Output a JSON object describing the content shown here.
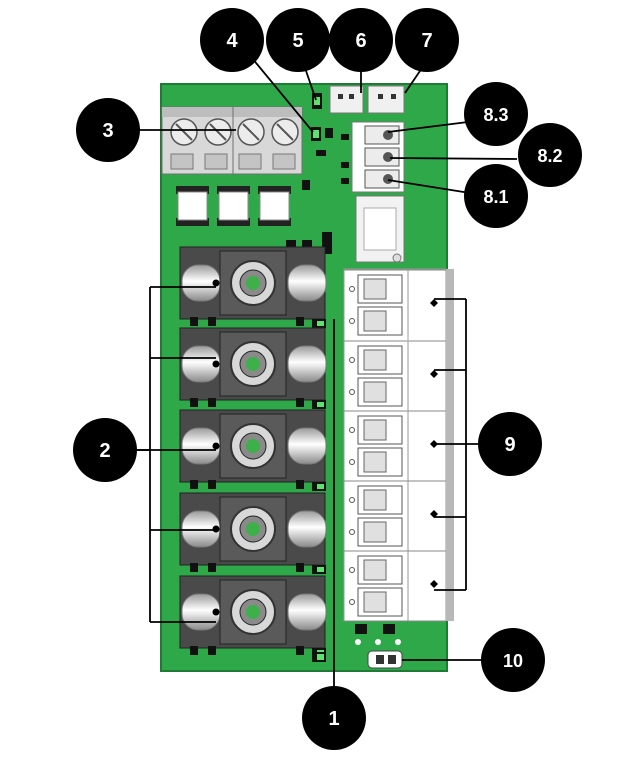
{
  "colors": {
    "pcb": "#2fa84a",
    "pcb_edge": "#1f7a35",
    "callout": "#000000",
    "callout_text": "#ffffff",
    "leader": "#000000"
  },
  "callouts": [
    {
      "id": "c1",
      "label": "1"
    },
    {
      "id": "c2",
      "label": "2"
    },
    {
      "id": "c3",
      "label": "3"
    },
    {
      "id": "c4",
      "label": "4"
    },
    {
      "id": "c5",
      "label": "5"
    },
    {
      "id": "c6",
      "label": "6"
    },
    {
      "id": "c7",
      "label": "7"
    },
    {
      "id": "c81",
      "label": "8.1"
    },
    {
      "id": "c82",
      "label": "8.2"
    },
    {
      "id": "c83",
      "label": "8.3"
    },
    {
      "id": "c9",
      "label": "9"
    },
    {
      "id": "c10",
      "label": "10"
    }
  ]
}
